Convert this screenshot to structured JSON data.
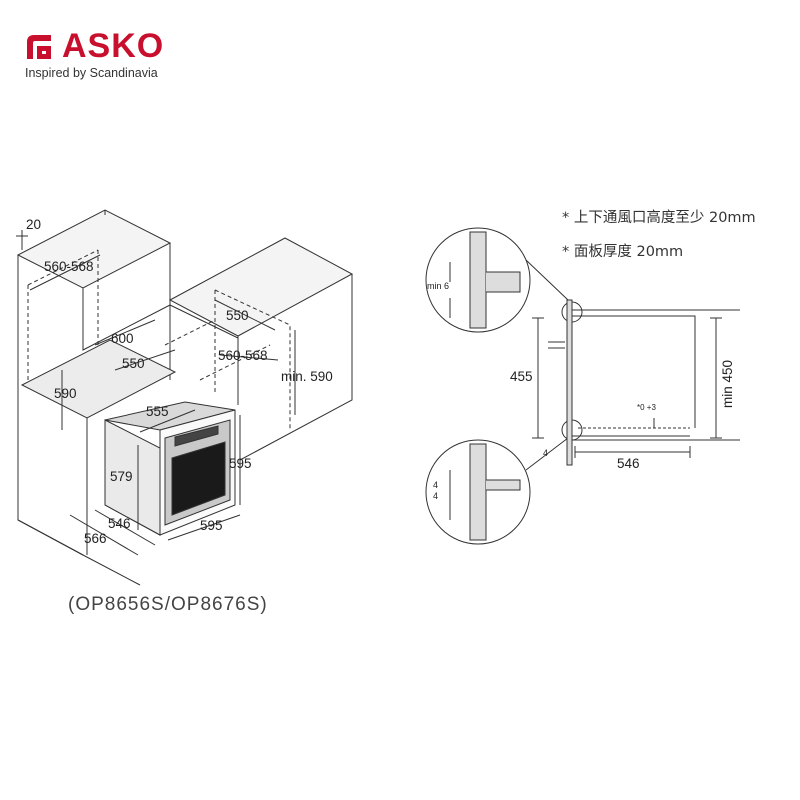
{
  "brand": {
    "name": "ASKO",
    "tagline": "Inspired by Scandinavia",
    "color": "#c8102e"
  },
  "model": "(OP8656S/OP8676S)",
  "notes": [
    "* 上下通風口高度至少 20mm",
    "* 面板厚度 20mm"
  ],
  "left_diagram": {
    "labels": {
      "d20": "20",
      "d560_568_top": "560-568",
      "d600": "600",
      "d550_left": "550",
      "d590": "590",
      "d550_right": "550",
      "d560_568_right": "560-568",
      "dmin590": "min. 590",
      "d555": "555",
      "d579": "579",
      "d595_h": "595",
      "d546": "546",
      "d566": "566",
      "d595_w": "595"
    }
  },
  "right_diagram": {
    "labels": {
      "min6": "min 6",
      "d455": "455",
      "dmin450": "min 450",
      "tol": "*0 +3",
      "d546": "546",
      "d4a": "4",
      "d4b": "4",
      "d4c": "4"
    }
  }
}
